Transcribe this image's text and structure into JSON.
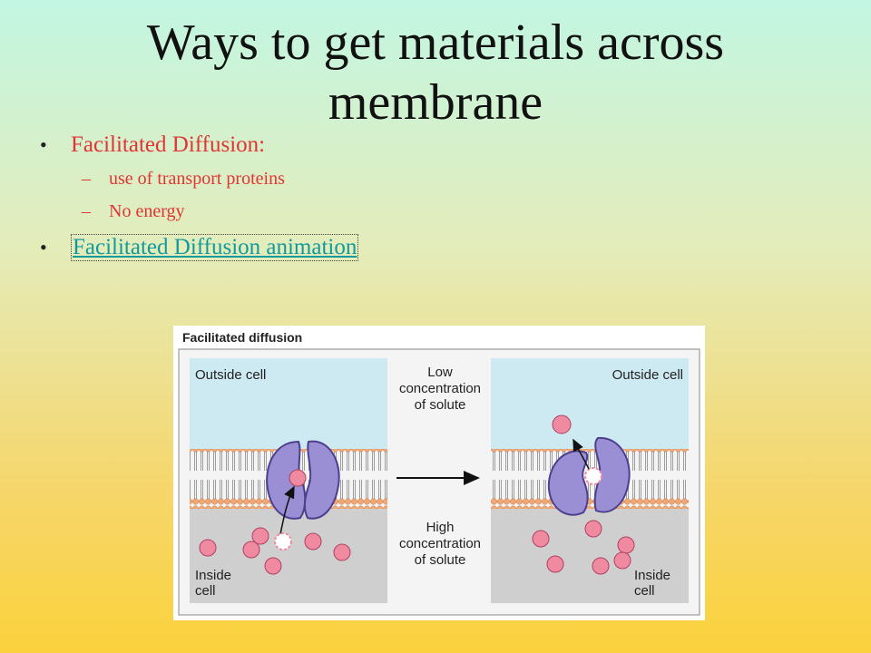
{
  "slide": {
    "title": "Ways to get materials across membrane",
    "bullets": [
      {
        "text": "Facilitated Diffusion:",
        "color": "#e23434",
        "sub": [
          "use of transport proteins",
          "No energy"
        ]
      },
      {
        "text": "Facilitated Diffusion animation",
        "is_link": true,
        "color": "#0f9aa0"
      }
    ]
  },
  "figure": {
    "heading": "Facilitated diffusion",
    "left_outside": "Outside cell",
    "right_outside": "Outside cell",
    "low_label": [
      "Low",
      "concentration",
      "of solute"
    ],
    "high_label": [
      "High",
      "concentration",
      "of solute"
    ],
    "left_inside": [
      "Inside",
      "cell"
    ],
    "right_inside": [
      "Inside",
      "cell"
    ],
    "colors": {
      "outside": "#cde9f2",
      "inside": "#cfcfcf",
      "protein": "#9a8fd4",
      "solute": "#f08aa0",
      "lipid_head": "#f2a874"
    }
  }
}
